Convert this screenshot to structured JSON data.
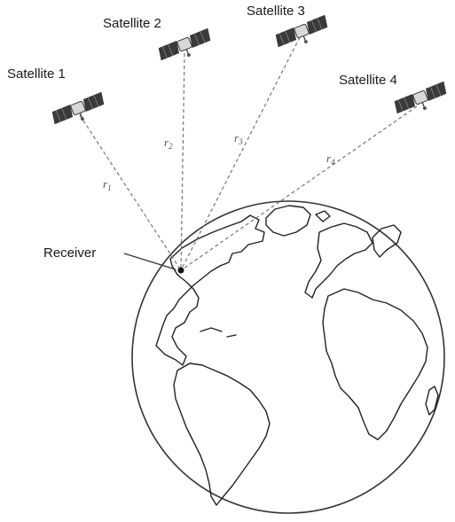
{
  "satellites": [
    {
      "label": "Satellite 1"
    },
    {
      "label": "Satellite 2"
    },
    {
      "label": "Satellite 3"
    },
    {
      "label": "Satellite 4"
    }
  ],
  "ranges": [
    {
      "label": "r",
      "sub": "1"
    },
    {
      "label": "r",
      "sub": "2"
    },
    {
      "label": "r",
      "sub": "3"
    },
    {
      "label": "r",
      "sub": "4"
    }
  ],
  "receiver": {
    "label": "Receiver"
  },
  "colors": {
    "line": "#777777",
    "ink": "#222222",
    "panel": "#3a3a3a"
  }
}
